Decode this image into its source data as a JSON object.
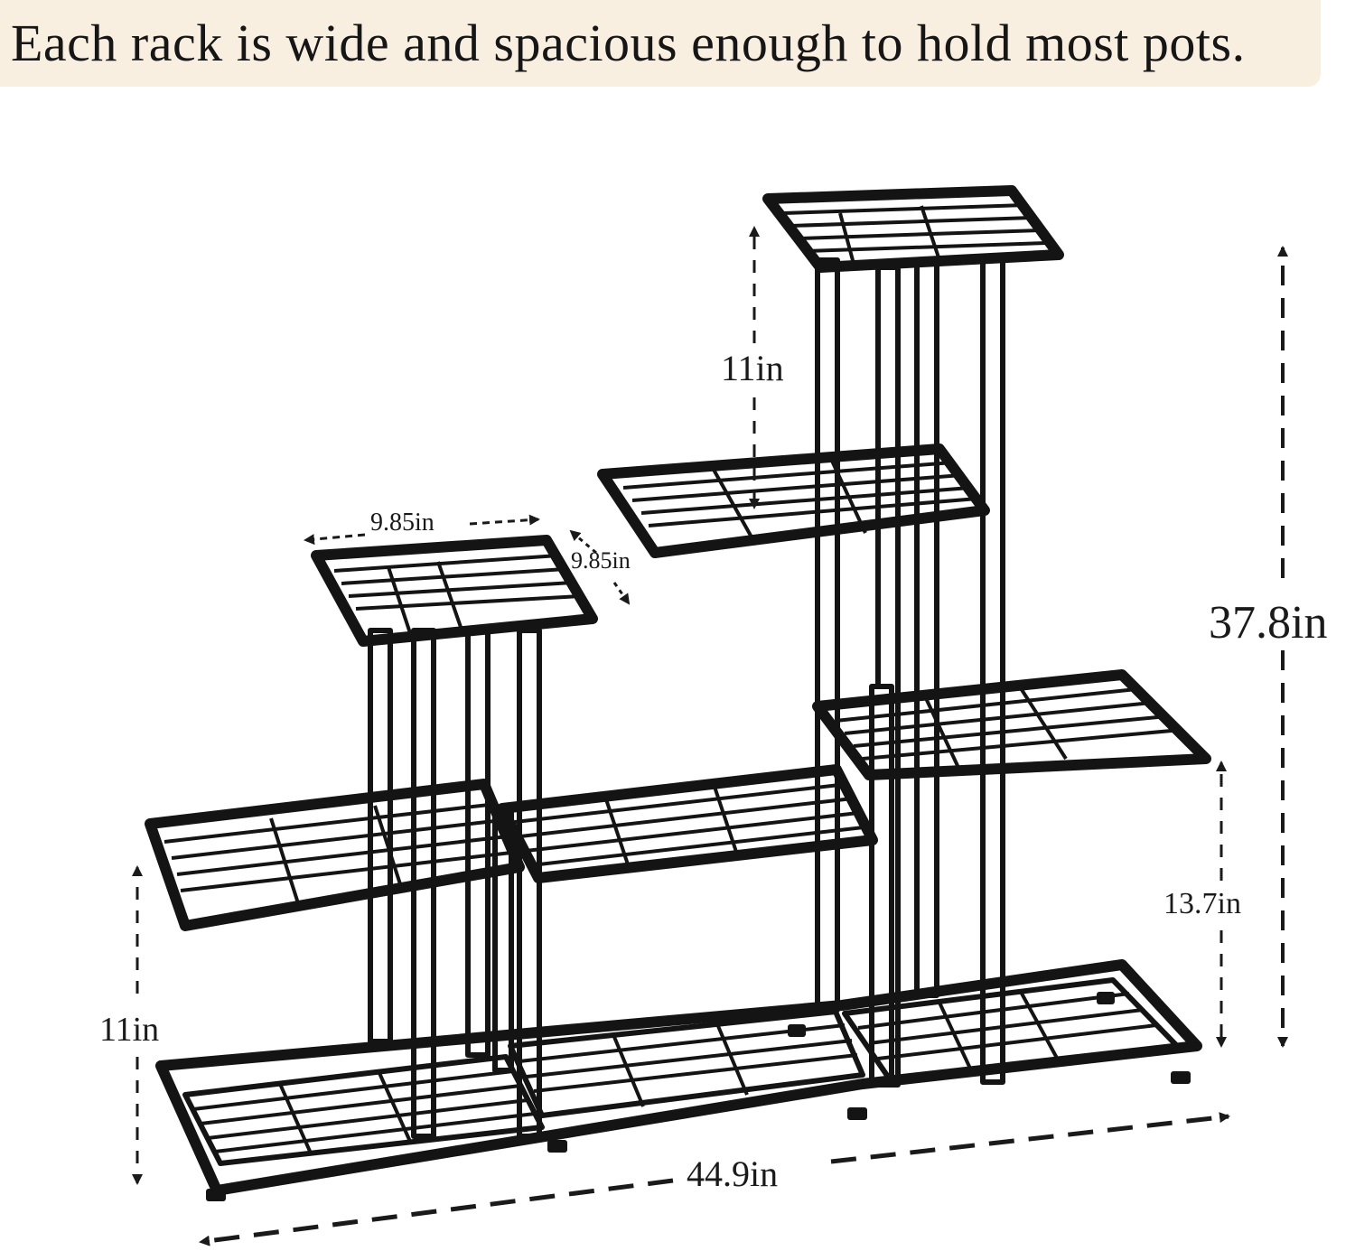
{
  "banner": {
    "text": "Each rack is wide and spacious enough to hold most pots."
  },
  "dimensions": {
    "top_shelf_width": "9.85in",
    "top_shelf_depth": "9.85in",
    "upper_gap": "11in",
    "total_height": "37.8in",
    "right_shelf_height": "13.7in",
    "bottom_gap": "11in",
    "total_width": "44.9in"
  },
  "colors": {
    "frame": "#141414",
    "banner_bg": "#f8efe1",
    "text": "#1a1a1a"
  }
}
